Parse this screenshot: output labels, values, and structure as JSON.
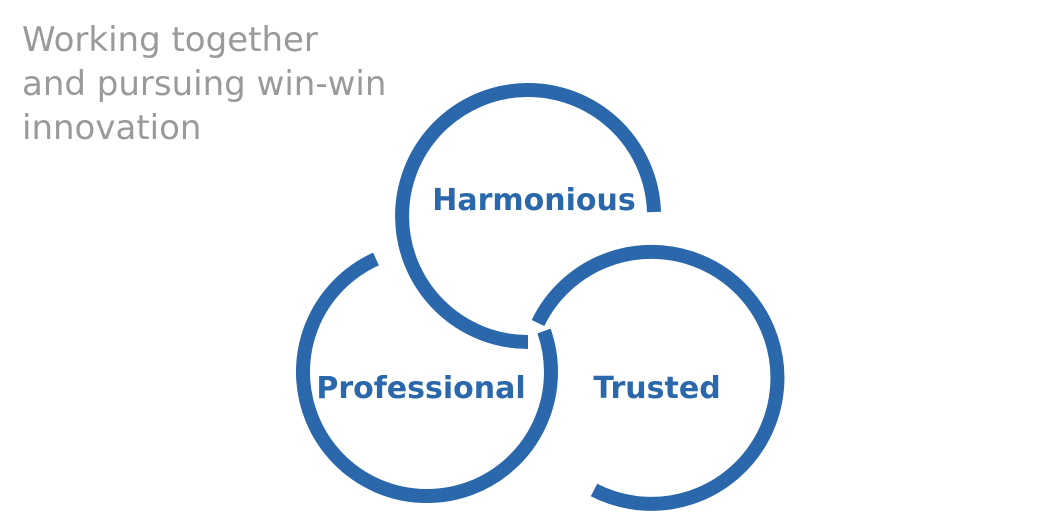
{
  "tagline": {
    "lines": [
      "Working together",
      "and pursuing win-win",
      "innovation"
    ]
  },
  "diagram": {
    "rings": [
      {
        "id": "harmonious",
        "label": "Harmonious"
      },
      {
        "id": "professional",
        "label": "Professional"
      },
      {
        "id": "trusted",
        "label": "Trusted"
      }
    ]
  },
  "colors": {
    "ring": "#2a67ab",
    "tagline": "#9a9a9a",
    "background": "#ffffff"
  }
}
